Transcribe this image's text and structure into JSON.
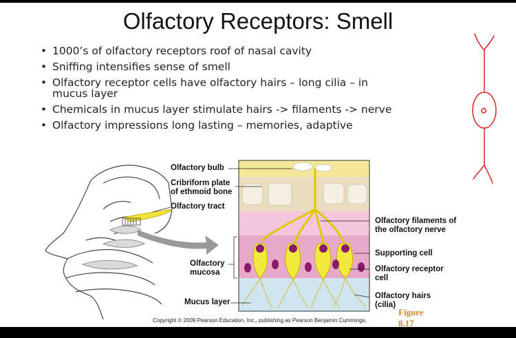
{
  "slide": {
    "title": "Olfactory Receptors: Smell",
    "bullets": [
      "1000’s of olfactory receptors roof of nasal cavity",
      "Sniffing intensifies sense of smell",
      "Olfactory receptor cells have olfactory hairs – long cilia – in mucus layer",
      "Chemicals in mucus layer stimulate hairs -> filaments -> nerve",
      "Olfactory impressions long lasting – memories, adaptive"
    ]
  },
  "figure": {
    "labels": {
      "olfactory_bulb": "Olfactory bulb",
      "cribriform_1": "Cribriform plate",
      "cribriform_2": "of ethmoid bone",
      "olfactory_tract": "Olfactory tract",
      "filaments_1": "Olfactory filaments of",
      "filaments_2": "the olfactory nerve",
      "supporting_cell": "Supporting cell",
      "receptor_1": "Olfactory receptor",
      "receptor_2": "cell",
      "mucosa_1": "Olfactory",
      "mucosa_2": "mucosa",
      "hairs_1": "Olfactory hairs",
      "hairs_2": "(cilia)",
      "mucus_layer": "Mucus layer"
    },
    "copyright": "Copyright © 2009 Pearson Education, Inc., publishing as Pearson Benjamin Cummings.",
    "figure_word": "Figure",
    "figure_number": "8.17"
  },
  "colors": {
    "bulb": "#f5e79a",
    "bone": "#e9dcc0",
    "epithelium": "#e8a8c8",
    "mucus": "#cfe6f0",
    "cell": "#f1ea3a",
    "nucleus": "#8a1a6a",
    "annotation": "#e02020",
    "figure_label": "#d08a2e"
  }
}
